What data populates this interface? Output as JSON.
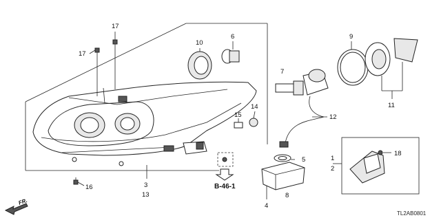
{
  "callouts": {
    "c17a": "17",
    "c17b": "17",
    "c10": "10",
    "c6": "6",
    "c9": "9",
    "c7": "7",
    "c15": "15",
    "c14": "14",
    "c12": "12",
    "c11": "11",
    "c5": "5",
    "c1": "1",
    "c2": "2",
    "c18": "18",
    "c16": "16",
    "c3": "3",
    "c13": "13",
    "c4": "4",
    "c8": "8"
  },
  "reference": "B-46-1",
  "direction": "FR.",
  "diagram_code": "TL2AB0801"
}
